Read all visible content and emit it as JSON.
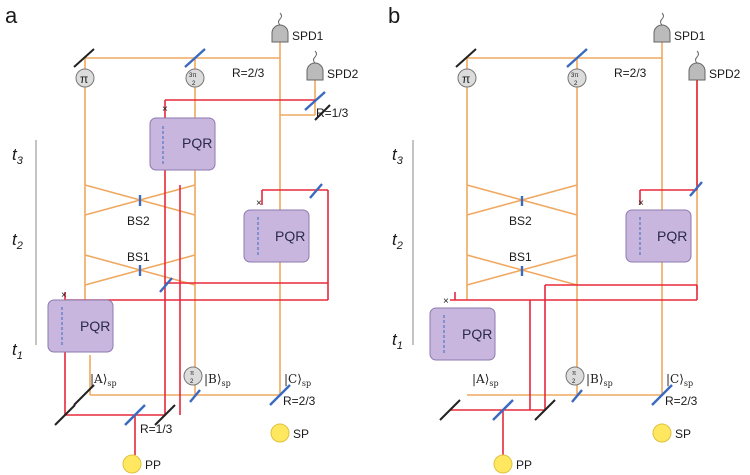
{
  "panels": [
    {
      "id": "a",
      "label": "a",
      "detectors": [
        "SPD1",
        "SPD2"
      ],
      "pqr_label": "PQR",
      "beamsplitters": [
        "BS2",
        "BS1"
      ],
      "reflectivities": {
        "top1": "R=2/3",
        "top2": "R=1/3",
        "bottom_right": "R=2/3",
        "bottom_left": "R=1/3"
      },
      "phases": {
        "pi": "π",
        "three_pi_half_num": "3π",
        "three_pi_half_den": "2",
        "pi_half_num": "π",
        "pi_half_den": "2"
      },
      "states": {
        "A": "|A⟩",
        "B": "|B⟩",
        "C": "|C⟩",
        "sub": "sp"
      },
      "times": {
        "t1": "t",
        "t2": "t",
        "t3": "t",
        "s1": "1",
        "s2": "2",
        "s3": "3"
      },
      "sources": {
        "pp": "PP",
        "sp": "SP"
      }
    },
    {
      "id": "b",
      "label": "b",
      "detectors": [
        "SPD1",
        "SPD2"
      ],
      "pqr_label": "PQR",
      "beamsplitters": [
        "BS2",
        "BS1"
      ],
      "reflectivities": {
        "top1": "R=2/3",
        "bottom_right": "R=2/3"
      },
      "phases": {
        "pi": "π",
        "three_pi_half_num": "3π",
        "three_pi_half_den": "2",
        "pi_half_num": "π",
        "pi_half_den": "2"
      },
      "states": {
        "A": "|A⟩",
        "B": "|B⟩",
        "C": "|C⟩",
        "sub": "sp"
      },
      "times": {
        "t1": "t",
        "t2": "t",
        "t3": "t",
        "s1": "1",
        "s2": "2",
        "s3": "3"
      },
      "sources": {
        "pp": "PP",
        "sp": "SP"
      }
    }
  ],
  "colors": {
    "orange": "#f0a860",
    "red": "#e8283a",
    "blue": "#3a6ac0",
    "pqr_fill": "#c8b6de",
    "pqr_stroke": "#8c7ab0",
    "source": "#ffe860"
  }
}
